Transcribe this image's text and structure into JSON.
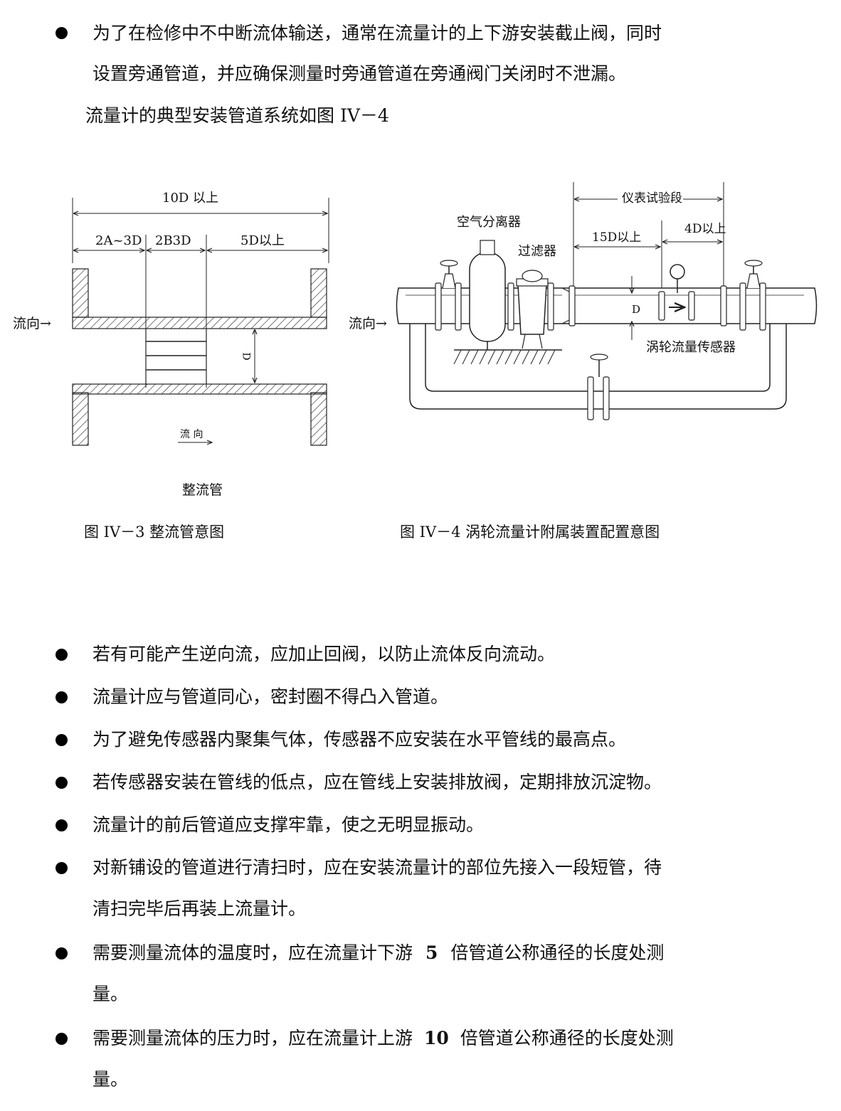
{
  "intro": {
    "bullet1_line1": "为了在检修中不中断流体输送，通常在流量计的上下游安装截止阀，同时",
    "bullet1_line2": "设置旁通管道，并应确保测量时旁通管道在旁通阀门关闭时不泄漏。",
    "lead": "流量计的典型安装管道系统如图 IV－4"
  },
  "fig3": {
    "dim_total": "10D 以上",
    "dim_a": "2A~3D",
    "dim_b": "2B3D",
    "dim_c": "5D以上",
    "flow_in": "流向→",
    "d_label": "D",
    "flow_bottom": "流 向",
    "name": "整流管",
    "caption": "图 IV－3 整流管意图"
  },
  "fig4": {
    "flow_in": "流向→",
    "test_section": "仪表试验段",
    "air_separator": "空气分离器",
    "filter": "过滤器",
    "upstream": "15D以上",
    "downstream": "4D以上",
    "d_label": "D",
    "sensor": "涡轮流量传感器",
    "caption": "图 IV－4 涡轮流量计附属装置配置意图"
  },
  "bullets": [
    "若有可能产生逆向流，应加止回阀，以防止流体反向流动。",
    "流量计应与管道同心，密封圈不得凸入管道。",
    "为了避免传感器内聚集气体，传感器不应安装在水平管线的最高点。",
    "若传感器安装在管线的低点，应在管线上安装排放阀，定期排放沉淀物。",
    "流量计的前后管道应支撑牢靠，使之无明显振动。",
    "对新铺设的管道进行清扫时，应在安装流量计的部位先接入一段短管，待",
    "清扫完毕后再装上流量计。",
    "需要测量流体的温度时，应在流量计下游",
    "5",
    "倍管道公称通径的长度处测",
    "量。",
    "需要测量流体的压力时，应在流量计上游",
    "10",
    "倍管道公称通径的长度处测",
    "量。"
  ]
}
